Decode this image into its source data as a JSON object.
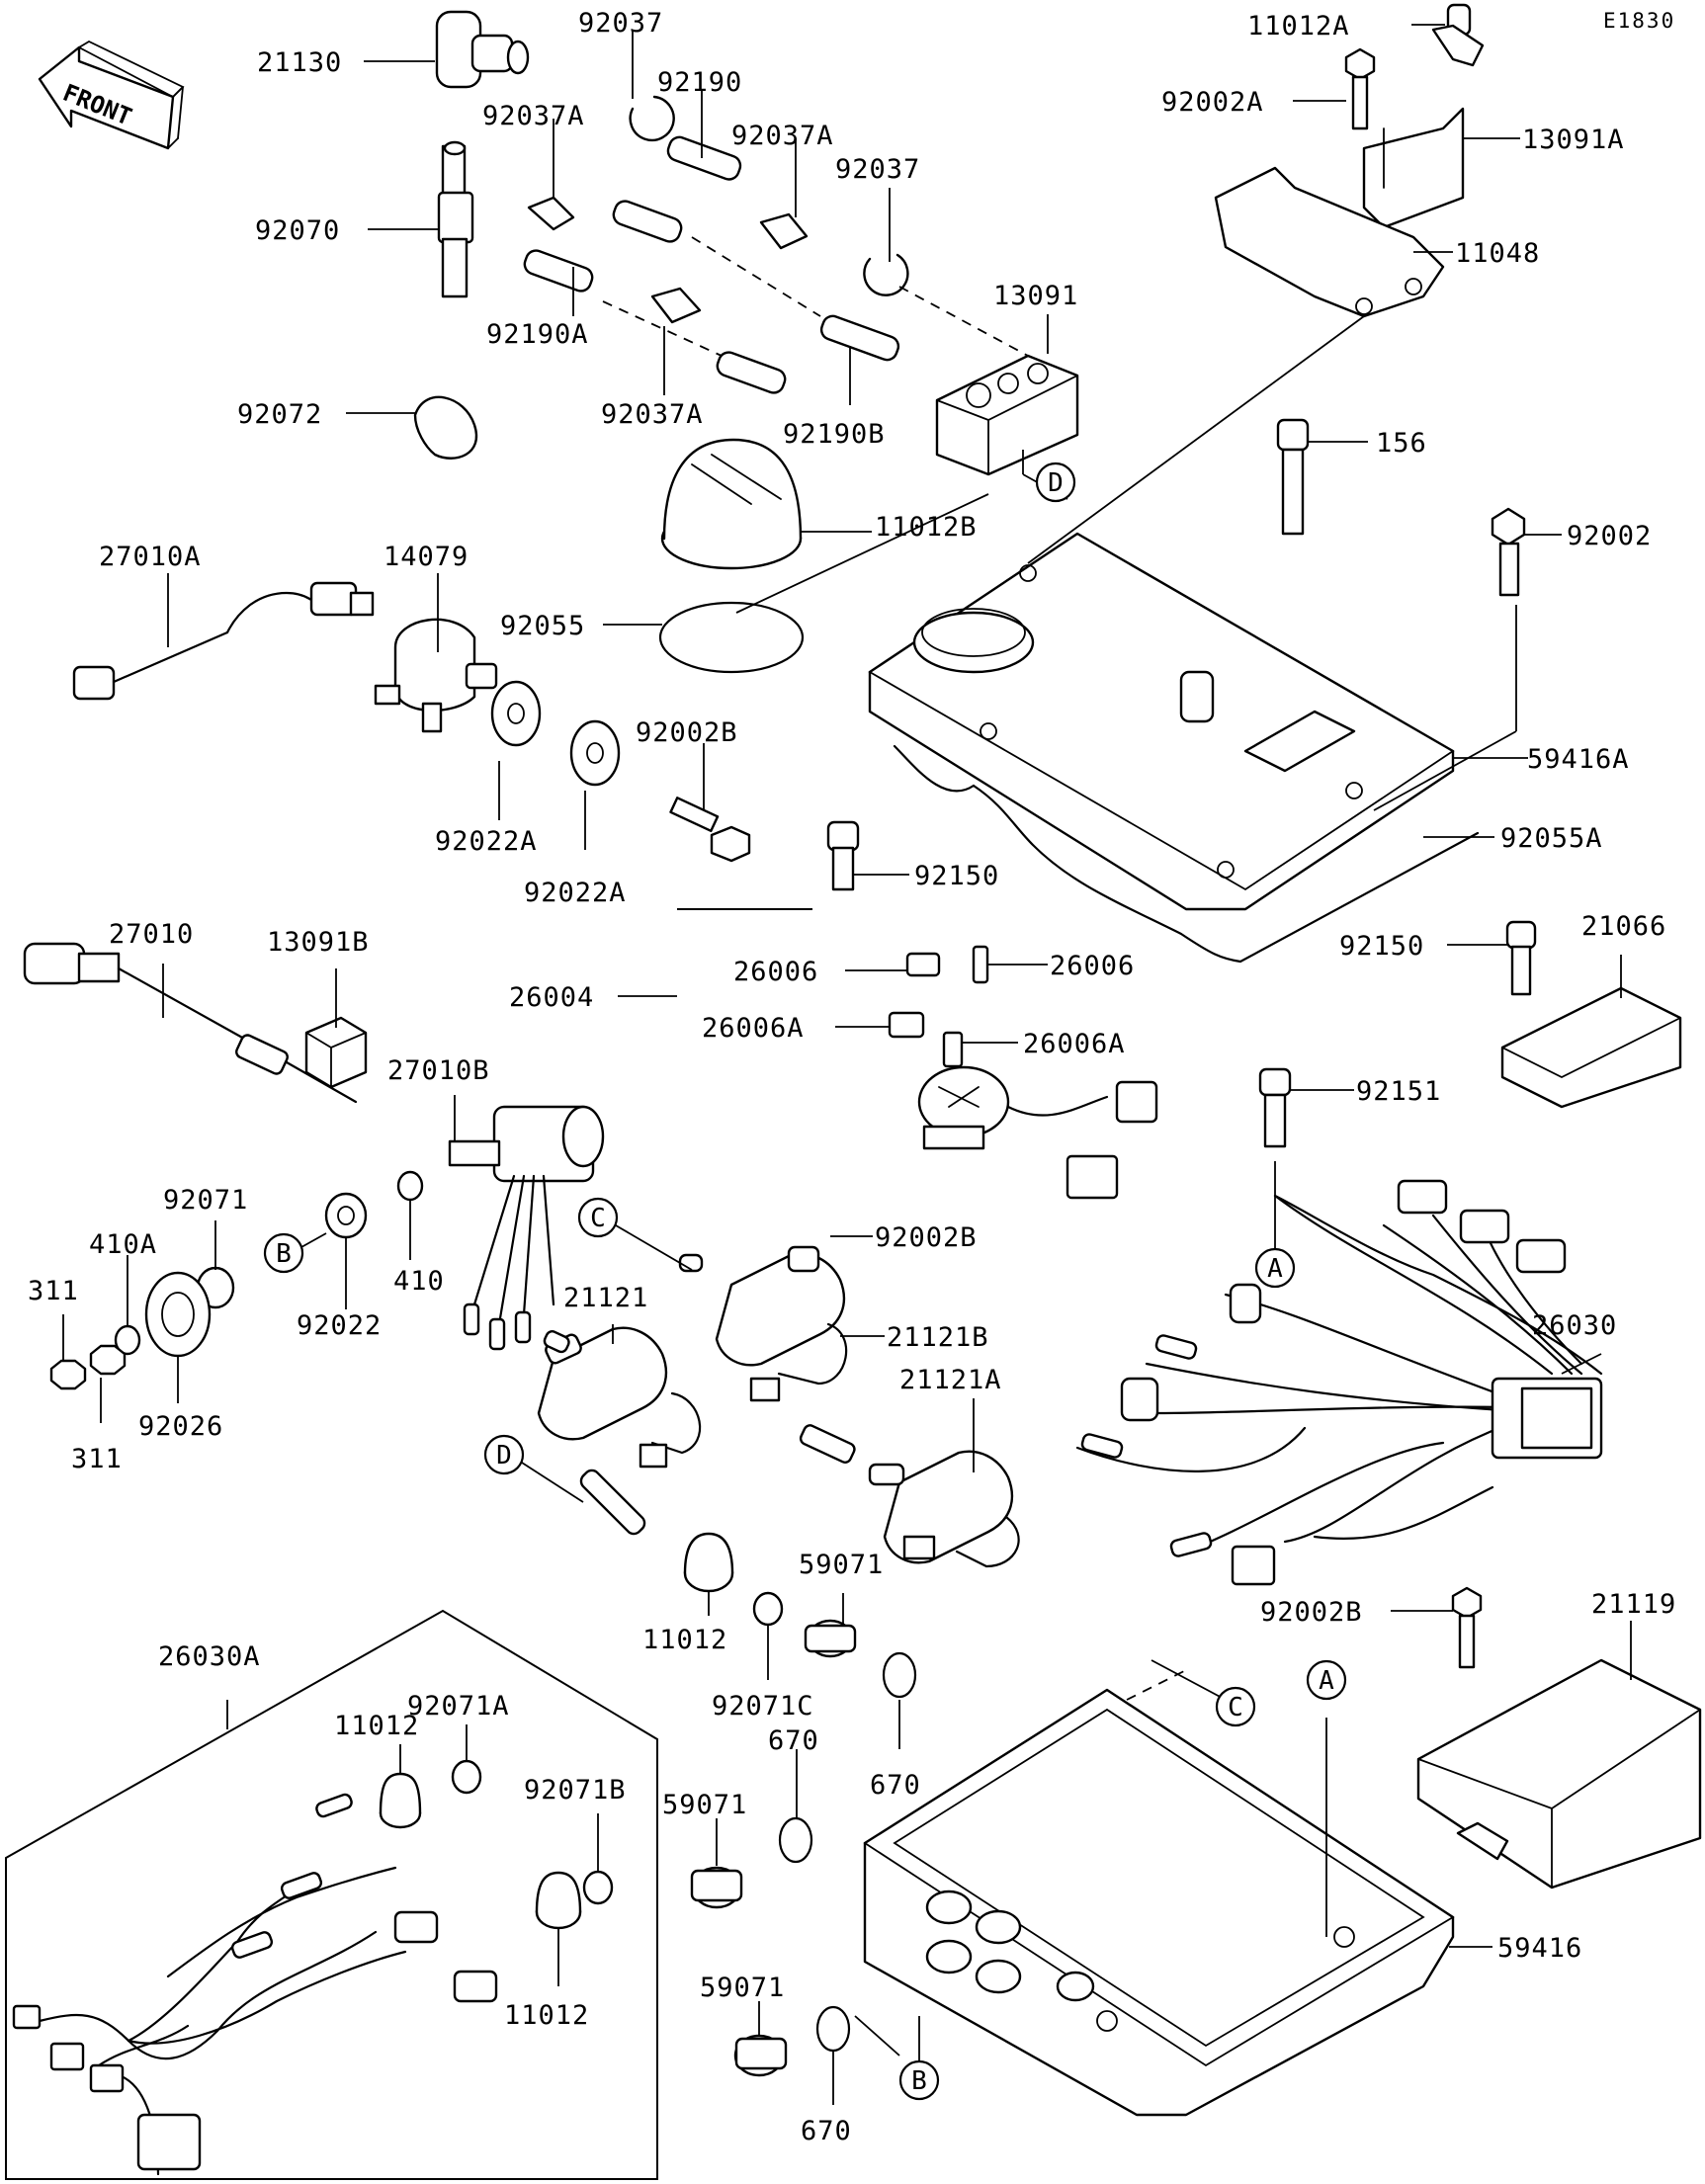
{
  "diagram_code": "E1830",
  "front_marker": "FRONT",
  "callouts": {
    "a": "A",
    "b": "B",
    "c": "C",
    "d": "D"
  },
  "labels": {
    "p21130": "21130",
    "p92037_top": "92037",
    "p92190": "92190",
    "p92037A_left": "92037A",
    "p92037A_right": "92037A",
    "p92037_right": "92037",
    "p92070": "92070",
    "p92190A": "92190A",
    "p92037A_bottom": "92037A",
    "p13091": "13091",
    "p92072": "92072",
    "p92190B": "92190B",
    "p11012A": "11012A",
    "p92002A": "92002A",
    "p13091A": "13091A",
    "p11048": "11048",
    "p156": "156",
    "p92002": "92002",
    "p11012B": "11012B",
    "p27010A": "27010A",
    "p14079": "14079",
    "p92055": "92055",
    "p92002B_top": "92002B",
    "p59416A": "59416A",
    "p92022A_1": "92022A",
    "p92022A_2": "92022A",
    "p92055A": "92055A",
    "p92150_center": "92150",
    "p27010": "27010",
    "p13091B": "13091B",
    "p26004": "26004",
    "p26006_left": "26006",
    "p26006_right": "26006",
    "p26006A_left": "26006A",
    "p26006A_right": "26006A",
    "p92150_right": "92150",
    "p21066": "21066",
    "p27010B": "27010B",
    "p92151": "92151",
    "p92071": "92071",
    "p410A": "410A",
    "p311_top": "311",
    "p92022": "92022",
    "p410": "410",
    "p92002B_mid": "92002B",
    "p21121": "21121",
    "p21121B": "21121B",
    "p21121A": "21121A",
    "p26030": "26030",
    "p92026": "92026",
    "p311_bottom": "311",
    "p59071_top": "59071",
    "p11012_center": "11012",
    "p92071C": "92071C",
    "p670_a": "670",
    "p670_b": "670",
    "p92002B_right": "92002B",
    "p21119": "21119",
    "p26030A": "26030A",
    "p92071A": "92071A",
    "p11012_left": "11012",
    "p92071B": "92071B",
    "p11012_bottom": "11012",
    "p59071_mid": "59071",
    "p59071_bottom": "59071",
    "p59416": "59416",
    "p670_bottom": "670"
  }
}
